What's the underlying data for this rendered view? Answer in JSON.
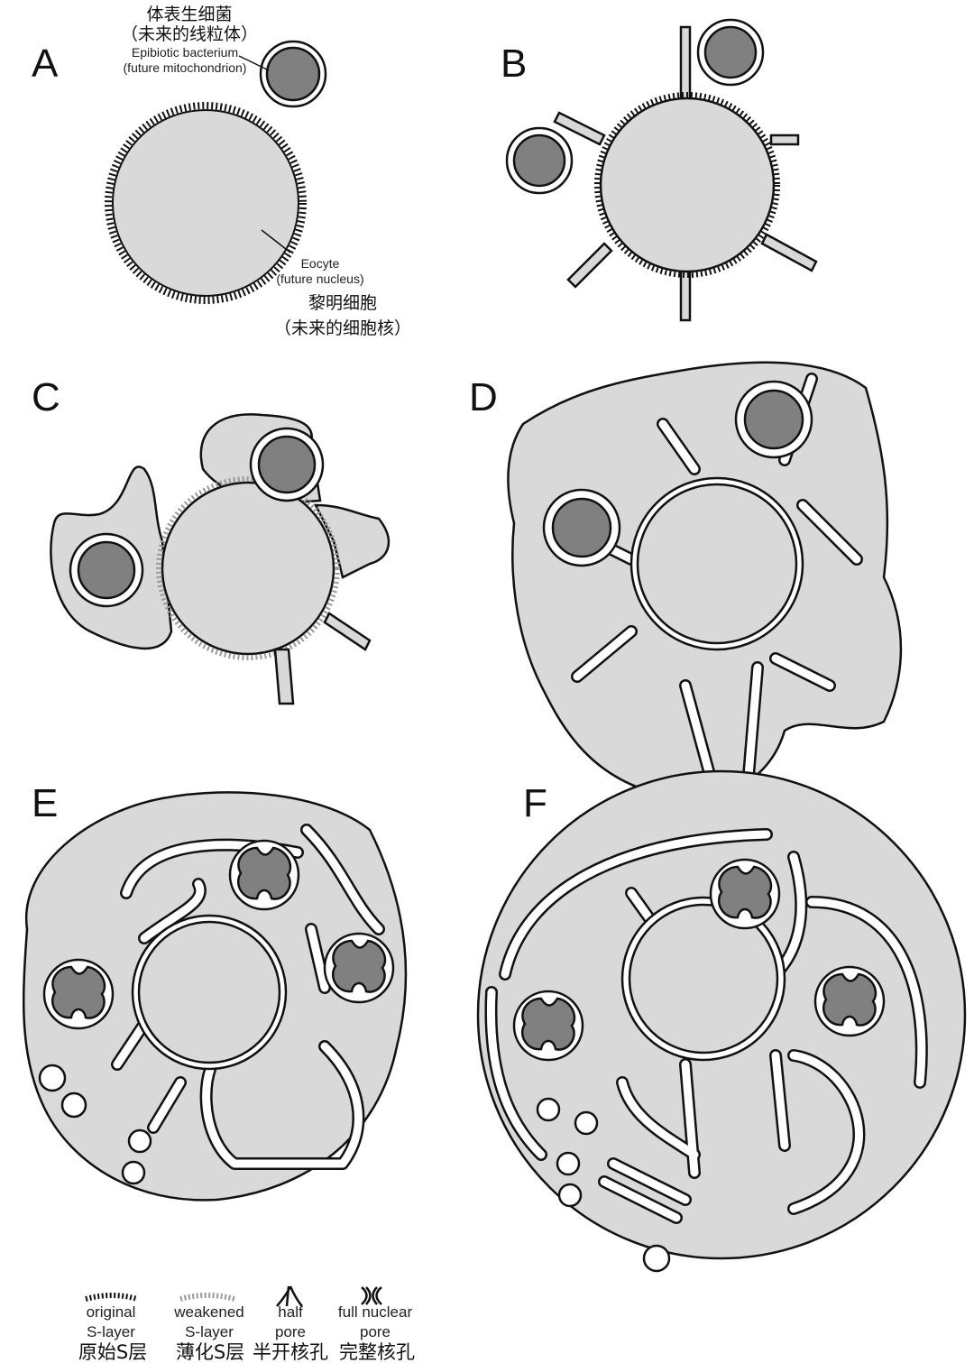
{
  "panels": {
    "A": {
      "label": "A",
      "bacterium_cn_1": "体表生细菌",
      "bacterium_cn_2": "（未来的线粒体）",
      "bacterium_en_1": "Epibiotic bacterium",
      "bacterium_en_2": "(future mitochondrion)",
      "eocyte_en_1": "Eocyte",
      "eocyte_en_2": "(future nucleus)",
      "eocyte_cn_1": "黎明细胞",
      "eocyte_cn_2": "（未来的细胞核）"
    },
    "B": {
      "label": "B"
    },
    "C": {
      "label": "C"
    },
    "D": {
      "label": "D"
    },
    "E": {
      "label": "E"
    },
    "F": {
      "label": "F"
    }
  },
  "legend": [
    {
      "en_1": "original",
      "en_2": "S-layer",
      "cn": "原始S层"
    },
    {
      "en_1": "weakened",
      "en_2": "S-layer",
      "cn": "薄化S层"
    },
    {
      "en_1": "half",
      "en_2": "pore",
      "cn": "半开核孔"
    },
    {
      "en_1": "full nuclear",
      "en_2": "pore",
      "cn": "完整核孔"
    }
  ],
  "colors": {
    "cytoplasm": "#d9d9d9",
    "mitochondrion": "#808080",
    "outline": "#111111"
  }
}
